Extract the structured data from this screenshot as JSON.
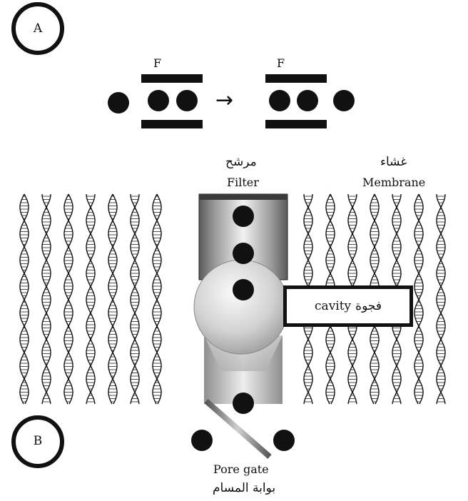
{
  "panel_a": {
    "label": "A",
    "left_filter_label": "F",
    "right_filter_label": "F",
    "arrow": "→"
  },
  "panel_b": {
    "label": "B",
    "filter_label_ar": "مرشح",
    "filter_label_en": "Filter",
    "membrane_label_ar": "غشاء",
    "membrane_label_en": "Membrane",
    "cavity_label_en": "cavity",
    "cavity_label_ar": "فجوة",
    "pore_gate_label_en": "Pore gate",
    "pore_gate_label_ar": "بوابة المسام"
  },
  "colors": {
    "ink": "#111111",
    "channel_gray": "#a8a8a8",
    "background": "#ffffff"
  }
}
